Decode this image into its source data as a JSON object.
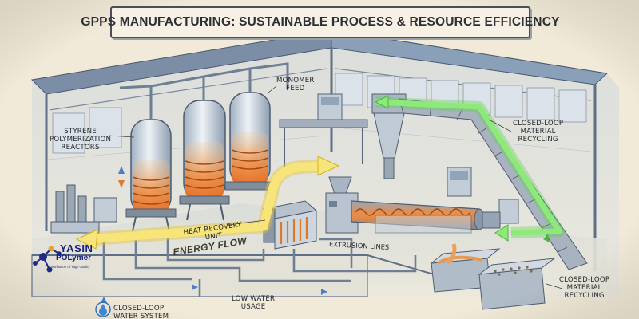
{
  "title": "GPPS MANUFACTURING: SUSTAINABLE PROCESS & RESOURCE EFFICIENCY",
  "labels": {
    "styrene_reactors": [
      "STYRENE",
      "POLYMERIZATION",
      "REACTORS"
    ],
    "monomer_feed": [
      "MONOMER",
      "FEED"
    ],
    "heat_recovery": [
      "HEAT RECOVERY",
      "UNIT"
    ],
    "energy_flow": "ENERGY FLOW",
    "extrusion_lines": "EXTRUSION LINES",
    "closed_loop_top": [
      "CLOSED-LOOP",
      "MATERIAL",
      "RECYCLING"
    ],
    "closed_loop_bottom": [
      "CLOSED-LOOP",
      "MATERIAL",
      "RECYCLING"
    ],
    "low_water": [
      "LOW WATER",
      "USAGE"
    ],
    "closed_loop_water": [
      "CLOSED-LOOP",
      "WATER SYSTEM"
    ]
  },
  "logo": {
    "name": "YASIN",
    "sub": "POLymer",
    "tagline": "Distribution Of High Quality"
  },
  "icons": [
    "logo-molecule-icon",
    "water-drop-icon"
  ],
  "colors": {
    "energy_arrow": "#f4e06a",
    "recycling_arrow": "#7ee36a",
    "heat_glow": "#f29a4a",
    "structure": "#5e6f86",
    "paper": "#f1ead8"
  }
}
